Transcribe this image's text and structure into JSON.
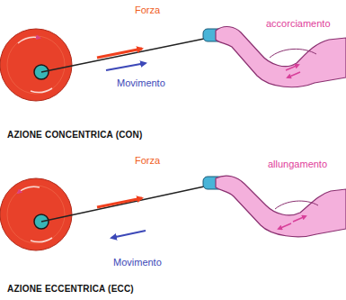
{
  "diagram": {
    "labels": [
      "Forza",
      "accorciamento",
      "Movimento",
      "AZIONE CONCENTRICA (CON)",
      "Forza",
      "allungamento",
      "Movimento",
      "AZIONE ECCENTRICA (ECC)"
    ]
  }
}
